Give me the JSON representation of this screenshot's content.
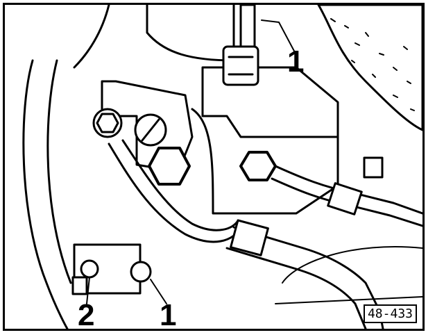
{
  "diagram": {
    "callouts": [
      {
        "id": "upper",
        "label": "1"
      },
      {
        "id": "lower-right",
        "label": "1"
      },
      {
        "id": "lower-left",
        "label": "2"
      }
    ],
    "figure_ref": "48-433",
    "colors": {
      "ink": "#000000",
      "paper": "#ffffff"
    }
  }
}
